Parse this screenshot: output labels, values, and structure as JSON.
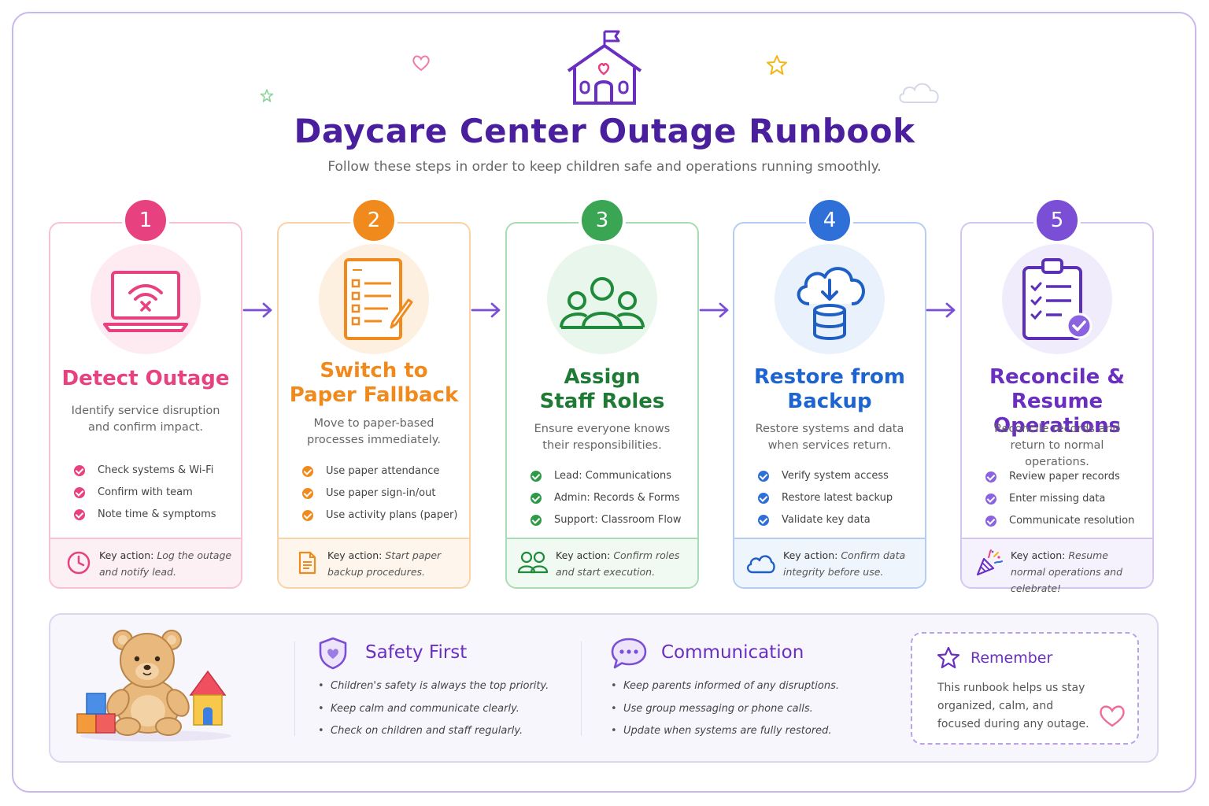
{
  "header": {
    "title": "Daycare Center Outage Runbook",
    "subtitle": "Follow these steps in order to keep children safe and operations running smoothly."
  },
  "colors": {
    "primary": "#4a1f9e",
    "pink": "#e8417f",
    "orange": "#f08a1c",
    "green": "#2e9a48",
    "blue": "#2f6fd8",
    "purple": "#7a4fd6"
  },
  "steps": [
    {
      "number": "1",
      "title_lines": [
        "Detect Outage"
      ],
      "description": "Identify service disruption and confirm impact.",
      "items": [
        "Check systems & Wi-Fi",
        "Confirm with team",
        "Note time & symptoms"
      ],
      "key_label": "Key action:",
      "key_value": "Log the outage and notify lead.",
      "icon": "laptop-wifi-off-icon",
      "key_icon": "clock-icon"
    },
    {
      "number": "2",
      "title_lines": [
        "Switch to",
        "Paper Fallback"
      ],
      "description": "Move to paper-based processes immediately.",
      "items": [
        "Use paper attendance",
        "Use paper sign-in/out",
        "Use activity plans (paper)"
      ],
      "key_label": "Key action:",
      "key_value": "Start paper backup procedures.",
      "icon": "paper-checklist-icon",
      "key_icon": "document-icon"
    },
    {
      "number": "3",
      "title_lines": [
        "Assign",
        "Staff Roles"
      ],
      "description": "Ensure everyone knows their responsibilities.",
      "items": [
        "Lead: Communications",
        "Admin: Records & Forms",
        "Support: Classroom Flow"
      ],
      "key_label": "Key action:",
      "key_value": "Confirm roles and start execution.",
      "icon": "team-icon",
      "key_icon": "people-icon"
    },
    {
      "number": "4",
      "title_lines": [
        "Restore from",
        "Backup"
      ],
      "description": "Restore systems and data when services return.",
      "items": [
        "Verify system access",
        "Restore latest backup",
        "Validate key data"
      ],
      "key_label": "Key action:",
      "key_value": "Confirm data integrity before use.",
      "icon": "cloud-database-icon",
      "key_icon": "cloud-icon"
    },
    {
      "number": "5",
      "title_lines": [
        "Reconcile &",
        "Resume Operations"
      ],
      "description": "Reconcile records and return to normal operations.",
      "items": [
        "Review paper records",
        "Enter missing data",
        "Communicate resolution"
      ],
      "key_label": "Key action:",
      "key_value": "Resume normal operations and celebrate!",
      "icon": "clipboard-check-icon",
      "key_icon": "party-popper-icon"
    }
  ],
  "safety": {
    "title": "Safety First",
    "items": [
      "Children's safety is always the top priority.",
      "Keep calm and communicate clearly.",
      "Check on children and staff regularly."
    ]
  },
  "communication": {
    "title": "Communication",
    "items": [
      "Keep parents informed of any disruptions.",
      "Use group messaging or phone calls.",
      "Update when systems are fully restored."
    ]
  },
  "remember": {
    "title": "Remember",
    "body": "This runbook helps us stay organized, calm, and focused during any outage."
  }
}
